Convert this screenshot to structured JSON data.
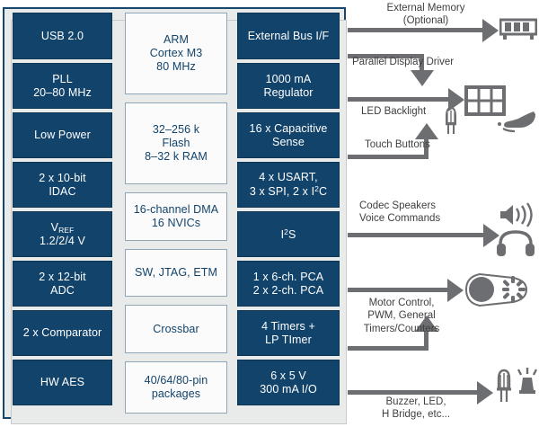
{
  "diagram": {
    "title": "Microcontroller block diagram",
    "colors": {
      "block_dark": "#12436b",
      "block_light": "#fbfbfb",
      "package_border": "#16476e",
      "package_fill": "#e9eaea",
      "arrow_gray": "#6d6e71",
      "label_text": "#3f3f41"
    }
  },
  "chip": {
    "column_left": [
      {
        "label": "USB 2.0",
        "style": "dark"
      },
      {
        "label": "PLL\n20–80 MHz",
        "style": "dark"
      },
      {
        "label": "Low Power",
        "style": "dark"
      },
      {
        "label": "2 x 10-bit\nIDAC",
        "style": "dark"
      },
      {
        "label": "VREF\n1.2/2/4 V",
        "style": "dark"
      },
      {
        "label": "2 x 12-bit\nADC",
        "style": "dark"
      },
      {
        "label": "2 x Comparator",
        "style": "dark"
      },
      {
        "label": "HW AES",
        "style": "dark"
      }
    ],
    "column_center": [
      {
        "label": "ARM\nCortex M3\n80 MHz",
        "style": "light"
      },
      {
        "label": "32–256 k\nFlash\n8–32 k RAM",
        "style": "light"
      },
      {
        "label": "16-channel DMA\n16 NVICs",
        "style": "light"
      },
      {
        "label": "SW, JTAG, ETM",
        "style": "light"
      },
      {
        "label": "Crossbar",
        "style": "light"
      },
      {
        "label": "40/64/80-pin\npackages",
        "style": "light"
      }
    ],
    "column_right": [
      {
        "label": "External Bus I/F",
        "style": "dark"
      },
      {
        "label": "1000 mA\nRegulator",
        "style": "dark"
      },
      {
        "label": "16 x Capacitive\nSense",
        "style": "dark"
      },
      {
        "label": "4 x USART,\n3 x SPI, 2 x I2C",
        "style": "dark"
      },
      {
        "label": "I2S",
        "style": "dark"
      },
      {
        "label": "1 x 6-ch. PCA\n2 x 2-ch. PCA",
        "style": "dark"
      },
      {
        "label": "4 Timers +\nLP TImer",
        "style": "dark"
      },
      {
        "label": "6 x 5 V\n300 mA I/O",
        "style": "dark"
      }
    ]
  },
  "peripherals": [
    {
      "id": "external-memory",
      "label": "External Memory\n(Optional)",
      "direction": "out",
      "icon": "memory-module-icon"
    },
    {
      "id": "parallel-display",
      "label": "Parallel Display Driver",
      "direction": "out",
      "icon": "display-panel-icon"
    },
    {
      "id": "led-backlight",
      "label": "LED Backlight",
      "direction": "out",
      "icon": "led-icon"
    },
    {
      "id": "touch-buttons",
      "label": "Touch Buttons",
      "direction": "in",
      "icon": "hand-touch-icon"
    },
    {
      "id": "codec-speakers",
      "label": "Codec Speakers\nVoice Commands",
      "direction": "out",
      "icon": "speaker-headphones-icon"
    },
    {
      "id": "motor-control",
      "label": "Motor Control,\nPWM, General\nTimers/Counters",
      "direction": "bidir",
      "icon": "motor-belt-icon"
    },
    {
      "id": "buzzer-led",
      "label": "Buzzer, LED,\nH Bridge, etc...",
      "direction": "out",
      "icon": "led-buzzer-icon"
    }
  ]
}
